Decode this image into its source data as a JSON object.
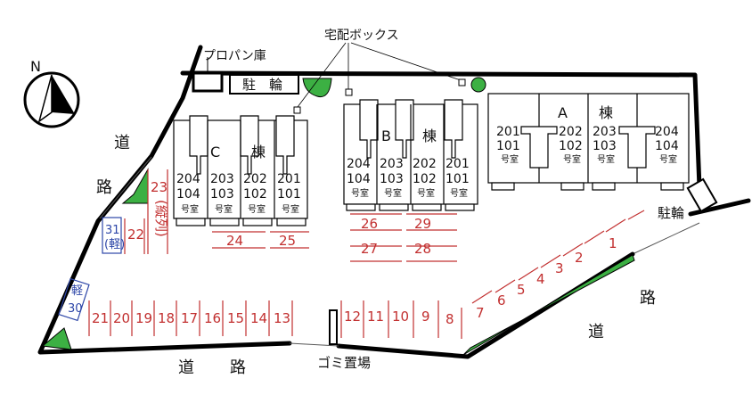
{
  "labels": {
    "propane": "プロパン庫",
    "bicycle_top": "駐　輪",
    "bicycle_right": "駐輪",
    "delivery_box": "宅配ボックス",
    "garbage": "ゴミ置場",
    "compass": "N",
    "road_char_1": "道",
    "road_char_2": "路"
  },
  "buildings": {
    "A": {
      "letter": "A",
      "suffix": "棟",
      "units_top": [
        "201",
        "202",
        "203",
        "204"
      ],
      "units_bottom": [
        "101",
        "102",
        "103",
        "104"
      ],
      "room": "号室"
    },
    "B": {
      "letter": "B",
      "suffix": "棟",
      "units_top": [
        "204",
        "203",
        "202",
        "201"
      ],
      "units_bottom": [
        "104",
        "103",
        "102",
        "101"
      ],
      "room": "号室"
    },
    "C": {
      "letter": "C",
      "suffix": "棟",
      "units_top": [
        "204",
        "203",
        "202",
        "201"
      ],
      "units_bottom": [
        "104",
        "103",
        "102",
        "101"
      ],
      "room": "号室"
    }
  },
  "parking": {
    "bottom_left": [
      "21",
      "20",
      "19",
      "18",
      "17",
      "16",
      "15",
      "14",
      "13"
    ],
    "bottom_mid": [
      "12",
      "11",
      "10",
      "9",
      "8"
    ],
    "diagonal": [
      "7",
      "6",
      "5",
      "4",
      "3",
      "2",
      "1"
    ],
    "center": [
      "26",
      "27",
      "29",
      "28",
      "24",
      "25"
    ],
    "left_22": "22",
    "left_23": "23",
    "left_23_note": "(縦列)",
    "kei_31": "31",
    "kei_30": "30",
    "kei": "軽",
    "kei_paren": "(軽)"
  },
  "colors": {
    "parking": "#c23030",
    "kei_parking": "#2d46a8",
    "green": "#3cb043",
    "line": "#000000"
  }
}
